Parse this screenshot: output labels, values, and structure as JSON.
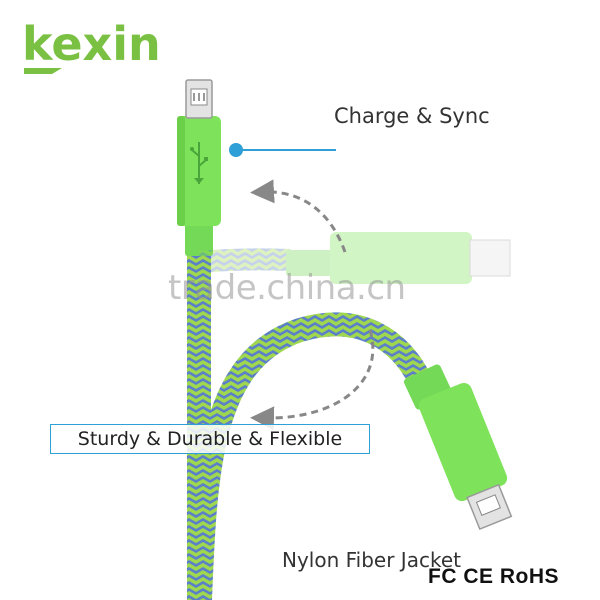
{
  "brand": {
    "logo_text": "kexin",
    "color": "#7ac143"
  },
  "labels": {
    "charge_sync": "Charge & Sync",
    "sturdy": "Sturdy & Durable & Flexible",
    "nylon": "Nylon Fiber Jacket"
  },
  "watermark": "trade.china.cn",
  "certifications": "FC CE RoHS",
  "colors": {
    "connector": "#7ee35a",
    "braid_blue": "#5b7fc9",
    "braid_green": "#9fd84f",
    "callout": "#2f9fd8",
    "arrow": "#8a8a8a"
  },
  "icons": {
    "usb": "usb-icon"
  }
}
